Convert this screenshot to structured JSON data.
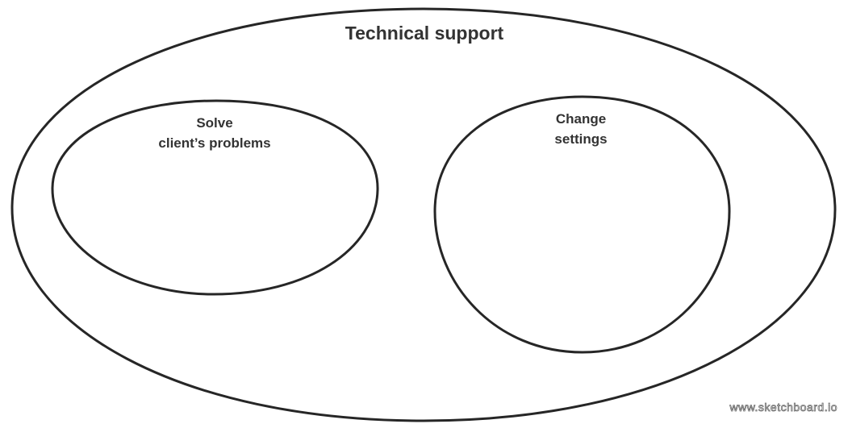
{
  "diagram": {
    "outer_set": {
      "label": "Technical support"
    },
    "inner_sets": [
      {
        "label_lines": [
          "Solve",
          "client’s problems"
        ]
      },
      {
        "label_lines": [
          "Change",
          "settings"
        ]
      }
    ]
  },
  "watermark": {
    "text": "www.sketchboard.io"
  },
  "colors": {
    "stroke": "#262626",
    "text": "#333333",
    "background": "#ffffff"
  }
}
